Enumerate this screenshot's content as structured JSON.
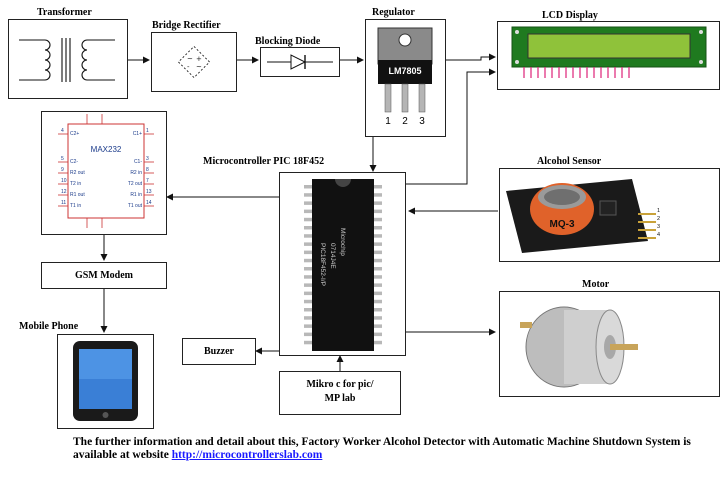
{
  "labels": {
    "transformer": "Transformer",
    "bridge_rectifier": "Bridge Rectifier",
    "blocking_diode": "Blocking Diode",
    "regulator": "Regulator",
    "lcd_display": "LCD Display",
    "microcontroller": "Microcontroller PIC 18F452",
    "alcohol_sensor": "Alcohol Sensor",
    "motor": "Motor",
    "mobile_phone": "Mobile Phone"
  },
  "blocks": {
    "gsm_modem": "GSM Modem",
    "buzzer": "Buzzer",
    "programmer_line1": "Mikro c for pic/",
    "programmer_line2": "MP lab"
  },
  "chips": {
    "regulator_part": "LM7805",
    "regulator_pins": [
      "1",
      "2",
      "3"
    ],
    "max232_title": "MAX232",
    "max232_left_pins": [
      "C2+",
      "C2-",
      "R2 out",
      "T2 in",
      "R1 out",
      "T1 in"
    ],
    "max232_right_pins": [
      "C1+",
      "C1-",
      "R2 in",
      "T2 out",
      "R1 in",
      "T1 out"
    ],
    "max232_left_nums": [
      "4",
      "5",
      "9",
      "10",
      "12",
      "11"
    ],
    "max232_right_nums": [
      "1",
      "3",
      "8",
      "7",
      "13",
      "14"
    ],
    "pic_marking_1": "PIC18F452-I/P",
    "pic_marking_2": "0714J4E",
    "pic_brand": "Microchip",
    "sensor_part": "MQ-3",
    "sensor_pins": [
      "1",
      "2",
      "3",
      "4"
    ]
  },
  "caption": {
    "text": "The further information and detail about this, Factory Worker Alcohol Detector with Automatic Machine Shutdown System is available at website",
    "link": "http://microcontrollerslab.com"
  }
}
